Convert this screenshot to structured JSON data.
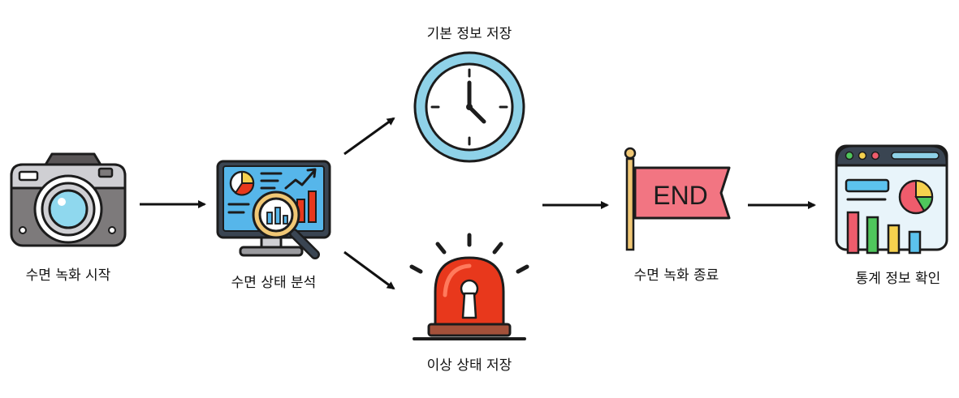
{
  "nodes": {
    "start_recording": {
      "label": "수면 녹화 시작"
    },
    "analyze_sleep": {
      "label": "수면 상태 분석"
    },
    "save_basic": {
      "label": "기본 정보 저장"
    },
    "save_abnormal": {
      "label": "이상 상태 저장"
    },
    "end_recording": {
      "label": "수면 녹화 종료",
      "flag_text": "END"
    },
    "view_stats": {
      "label": "통계 정보 확인"
    }
  },
  "icons": {
    "start_recording": "camera-icon",
    "analyze_sleep": "monitor-analysis-icon",
    "save_basic": "clock-icon",
    "save_abnormal": "siren-icon",
    "end_recording": "end-flag-icon",
    "view_stats": "dashboard-icon"
  },
  "colors": {
    "outline": "#1c1c1c",
    "camera_body": "#7d7a7b",
    "camera_top": "#cfcfd3",
    "lens": "#8fd8ee",
    "monitor_screen": "#56b6ea",
    "clock_ring": "#8fd2e8",
    "siren_red": "#e8381c",
    "flag_pink": "#f27582",
    "pole": "#f0c775",
    "chart_red": "#ef5c6c",
    "chart_green": "#4fc65c",
    "chart_yellow": "#f6d14e",
    "chart_blue": "#5cc3ee"
  }
}
